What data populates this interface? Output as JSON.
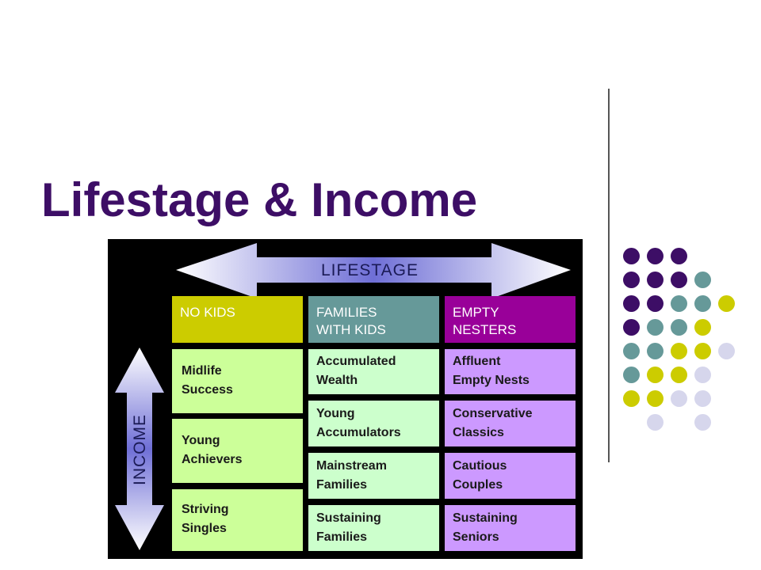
{
  "slide": {
    "title": "Lifestage & Income"
  },
  "diagram": {
    "lifestage_label": "LIFESTAGE",
    "income_label": "INCOME",
    "columns": [
      {
        "header": "NO KIDS",
        "header_color": "#cccc00",
        "cell_color": "#ccff99",
        "segments": [
          "Midlife\nSuccess",
          "Young\nAchievers",
          "Striving\nSingles"
        ]
      },
      {
        "header": "FAMILIES\nWITH KIDS",
        "header_color": "#669999",
        "cell_color": "#ccffcc",
        "segments": [
          "Accumulated\nWealth",
          "Young\nAccumulators",
          "Mainstream\nFamilies",
          "Sustaining\nFamilies"
        ]
      },
      {
        "header": "EMPTY\nNESTERS",
        "header_color": "#990099",
        "cell_color": "#cc99ff",
        "segments": [
          "Affluent\nEmpty Nests",
          "Conservative\nClassics",
          "Cautious\nCouples",
          "Sustaining\nSeniors"
        ]
      }
    ]
  },
  "decoration": {
    "dot_colors": {
      "purple": "#3d0e66",
      "teal": "#669999",
      "yellow": "#cccc00",
      "lavender": "#d6d6ec"
    },
    "dot_grid": [
      [
        "purple",
        "purple",
        "purple",
        "",
        ""
      ],
      [
        "purple",
        "purple",
        "purple",
        "teal",
        ""
      ],
      [
        "purple",
        "purple",
        "teal",
        "teal",
        "yellow"
      ],
      [
        "purple",
        "teal",
        "teal",
        "yellow",
        ""
      ],
      [
        "teal",
        "teal",
        "yellow",
        "yellow",
        "lavender"
      ],
      [
        "teal",
        "yellow",
        "yellow",
        "lavender",
        ""
      ],
      [
        "yellow",
        "yellow",
        "lavender",
        "lavender",
        ""
      ],
      [
        "",
        "lavender",
        "",
        "lavender",
        ""
      ]
    ]
  }
}
